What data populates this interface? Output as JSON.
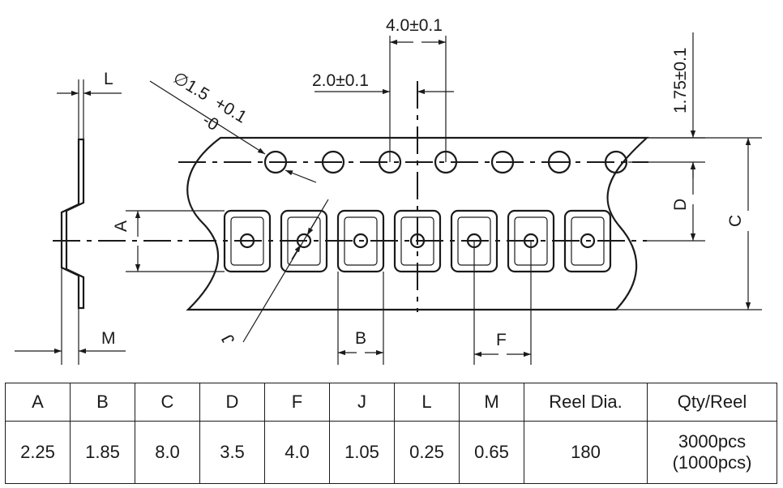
{
  "drawing": {
    "labels": {
      "L": "L",
      "M": "M",
      "A": "A",
      "B": "B",
      "C": "C",
      "D": "D",
      "F": "F",
      "J": "J",
      "hole_diameter": "∅1.5",
      "hole_tol_plus": "+0.1",
      "hole_tol_minus": "-0",
      "pitch_4": "4.0±0.1",
      "pitch_2": "2.0±0.1",
      "edge_175": "1.75±0.1"
    }
  },
  "table": {
    "headers": [
      "A",
      "B",
      "C",
      "D",
      "F",
      "J",
      "L",
      "M",
      "Reel Dia.",
      "Qty/Reel"
    ],
    "values": [
      "2.25",
      "1.85",
      "8.0",
      "3.5",
      "4.0",
      "1.05",
      "0.25",
      "0.65",
      "180"
    ],
    "qty_line1": "3000pcs",
    "qty_line2": "(1000pcs)"
  }
}
